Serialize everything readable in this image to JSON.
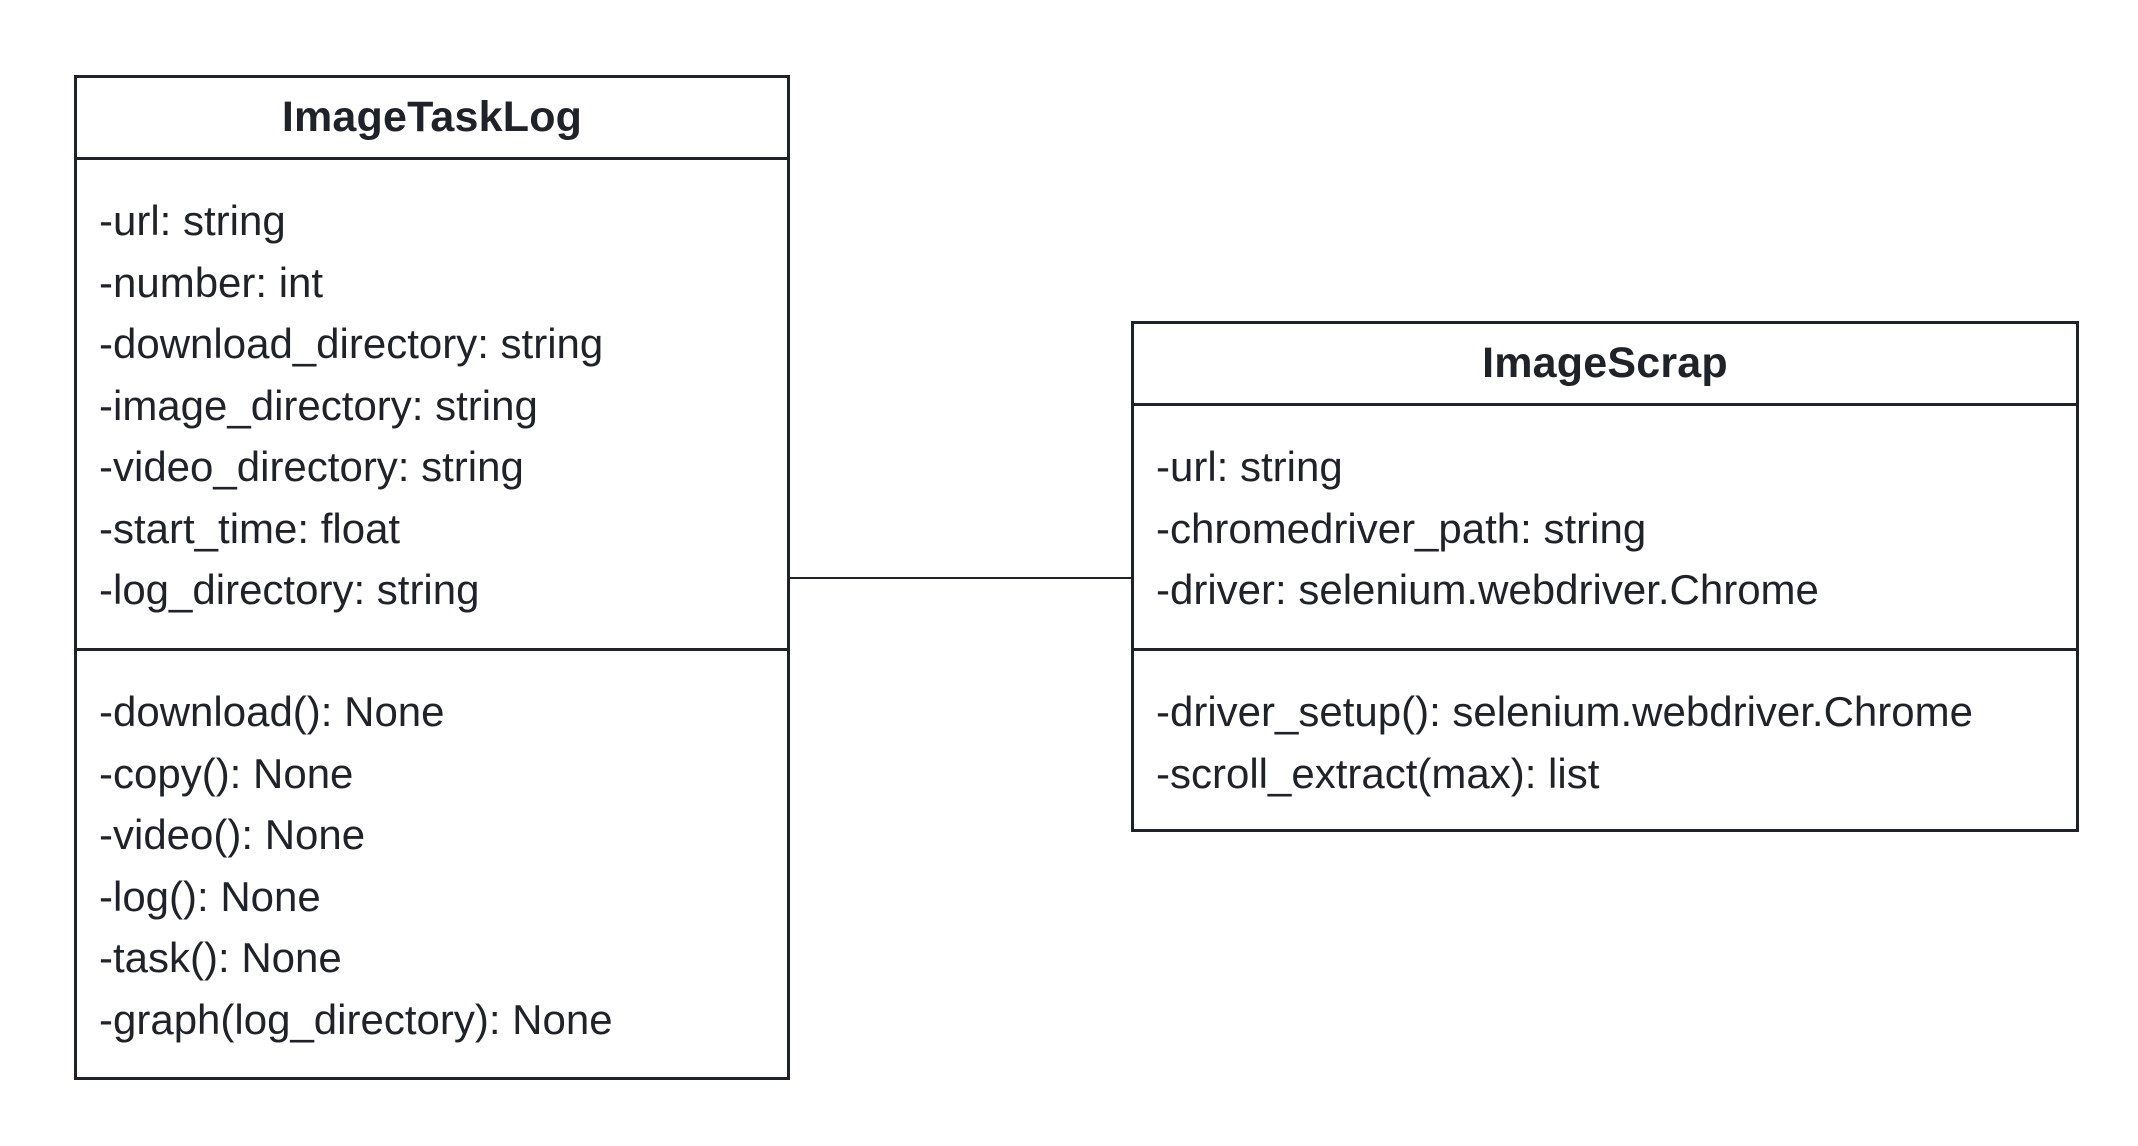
{
  "classes": [
    {
      "name": "ImageTaskLog",
      "attributes": [
        "-url: string",
        "-number: int",
        "-download_directory: string",
        "-image_directory: string",
        "-video_directory: string",
        "-start_time: float",
        "-log_directory: string"
      ],
      "methods": [
        "-download(): None",
        "-copy(): None",
        "-video(): None",
        "-log(): None",
        "-task(): None",
        "-graph(log_directory): None"
      ]
    },
    {
      "name": "ImageScrap",
      "attributes": [
        "-url: string",
        "-chromedriver_path: string",
        "-driver: selenium.webdriver.Chrome"
      ],
      "methods": [
        "-driver_setup(): selenium.webdriver.Chrome",
        "-scroll_extract(max): list"
      ]
    }
  ],
  "relationships": [
    {
      "from": "ImageTaskLog",
      "to": "ImageScrap",
      "type": "association"
    }
  ],
  "colors": {
    "stroke": "#1f2329",
    "text": "#1f2329",
    "background": "#ffffff"
  }
}
